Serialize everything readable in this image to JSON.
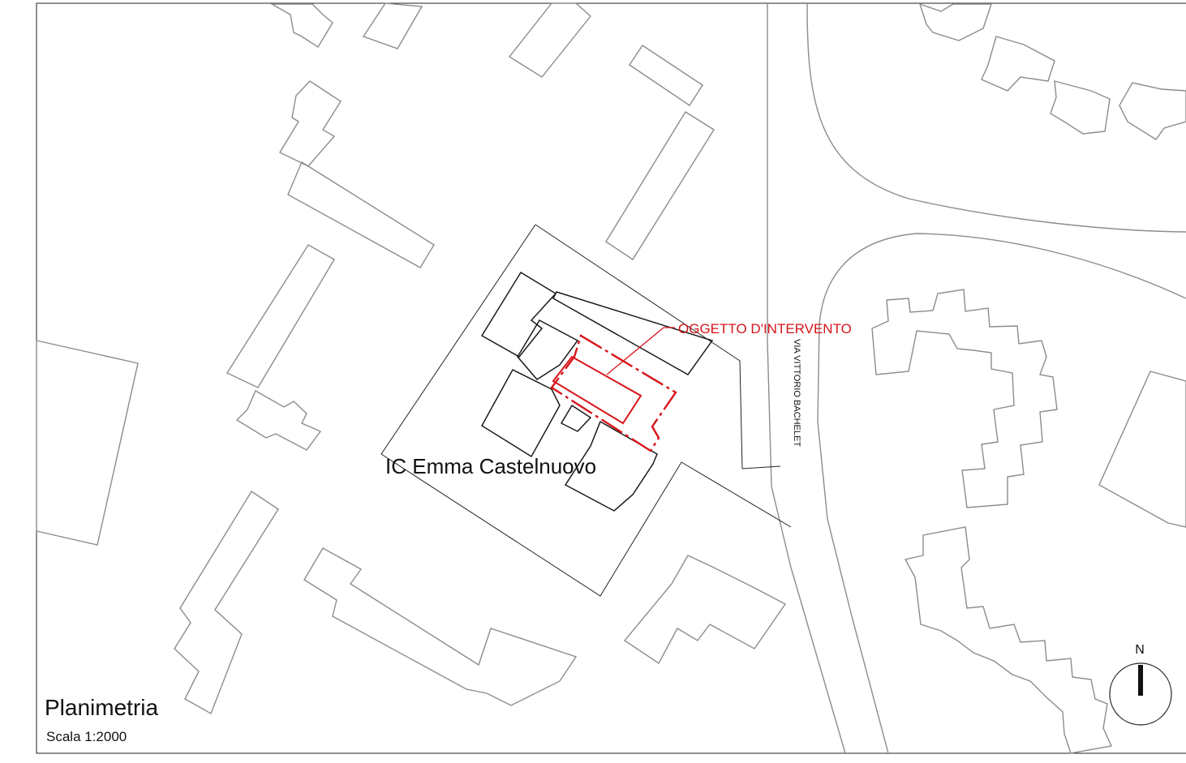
{
  "title": "Planimetria",
  "scale": "Scala 1:2000",
  "school_label": "IC Emma Castelnuovo",
  "intervention_label": "OGGETTO D'INTERVENTO",
  "street_label": "VIA VITTORIO BACHELET",
  "north_label": "N",
  "colors": {
    "intervention": "#d7141a",
    "buildings": "#8c8c8c",
    "school": "#1a1a1a"
  }
}
